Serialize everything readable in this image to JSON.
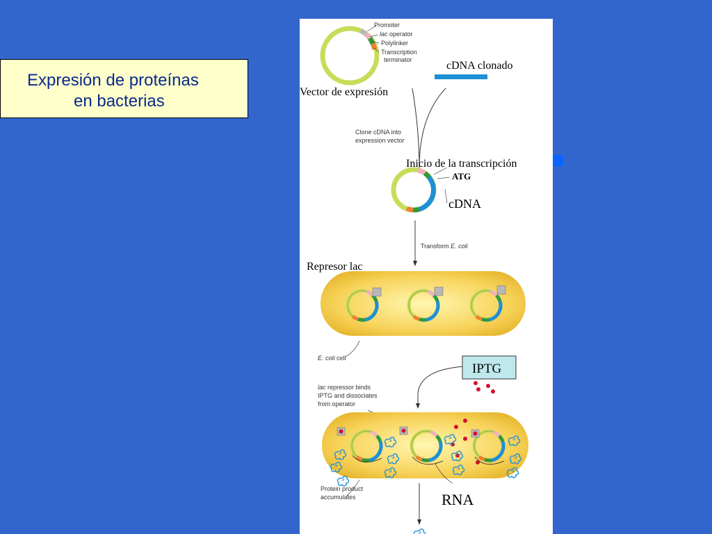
{
  "slide_title": {
    "line1": "Expresión de proteínas",
    "line2": "en bacterias"
  },
  "labels": {
    "cdna_clonado": "cDNA clonado",
    "vector_expresion": "Vector de expresión",
    "inicio_transcripcion": "Inicio de la transcripción",
    "atg": "ATG",
    "cdna": "cDNA",
    "represor_lac": "Represor lac",
    "iptg": "IPTG",
    "rna": "RNA"
  },
  "figure_text": {
    "promoter": "Promoter",
    "lac_operator_italic": "lac",
    "lac_operator_rest": " operator",
    "polylinker": "Polylinker",
    "transcription": "Transcription",
    "terminator": "terminator",
    "clone_line1": "Clone cDNA into",
    "clone_line2": "expression vector",
    "transform": "Transform ",
    "ecoli_italic": "E. coli",
    "ecoli_cell_italic": "E. coli",
    "ecoli_cell_rest": " cell",
    "repressor_line1_italic": "lac",
    "repressor_line1_rest": " repressor binds",
    "repressor_line2": "IPTG and dissociates",
    "repressor_line3": "from operator",
    "protein_line1": "Protein product",
    "protein_line2": "accumulates"
  },
  "colors": {
    "background": "#3366cc",
    "title_box": "#ffffcc",
    "title_text": "#0a2a8a",
    "plasmid_yellow": "#c8dc5a",
    "cdna_blue": "#1e90d6",
    "cell_yellow": "#f7d35a",
    "iptg_red": "#d0102a",
    "iptg_box": "#bfe8ec"
  }
}
